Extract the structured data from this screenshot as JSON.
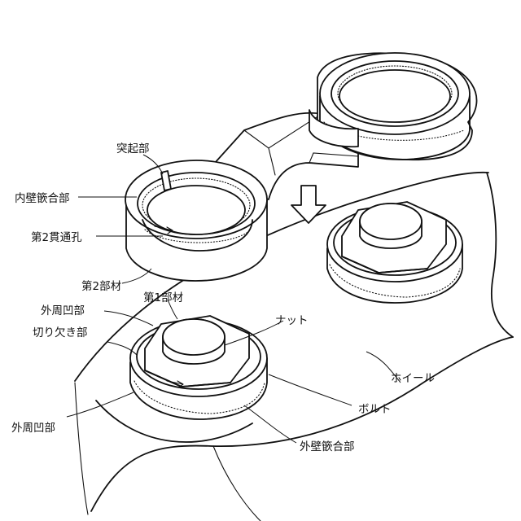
{
  "labels": {
    "protrusion": "突起部",
    "inner_wall_fitting": "内壁篏合部",
    "second_through_hole": "第2貫通孔",
    "second_member": "第2部材",
    "first_member": "第1部材",
    "outer_recess_top": "外周凹部",
    "notch": "切り欠き部",
    "nut": "ナット",
    "wheel": "ホイール",
    "bolt": "ボルト",
    "outer_recess_bottom": "外周凹部",
    "outer_wall_fitting": "外壁篏合部"
  },
  "icons": {
    "arrow": "down-arrow-outline"
  }
}
